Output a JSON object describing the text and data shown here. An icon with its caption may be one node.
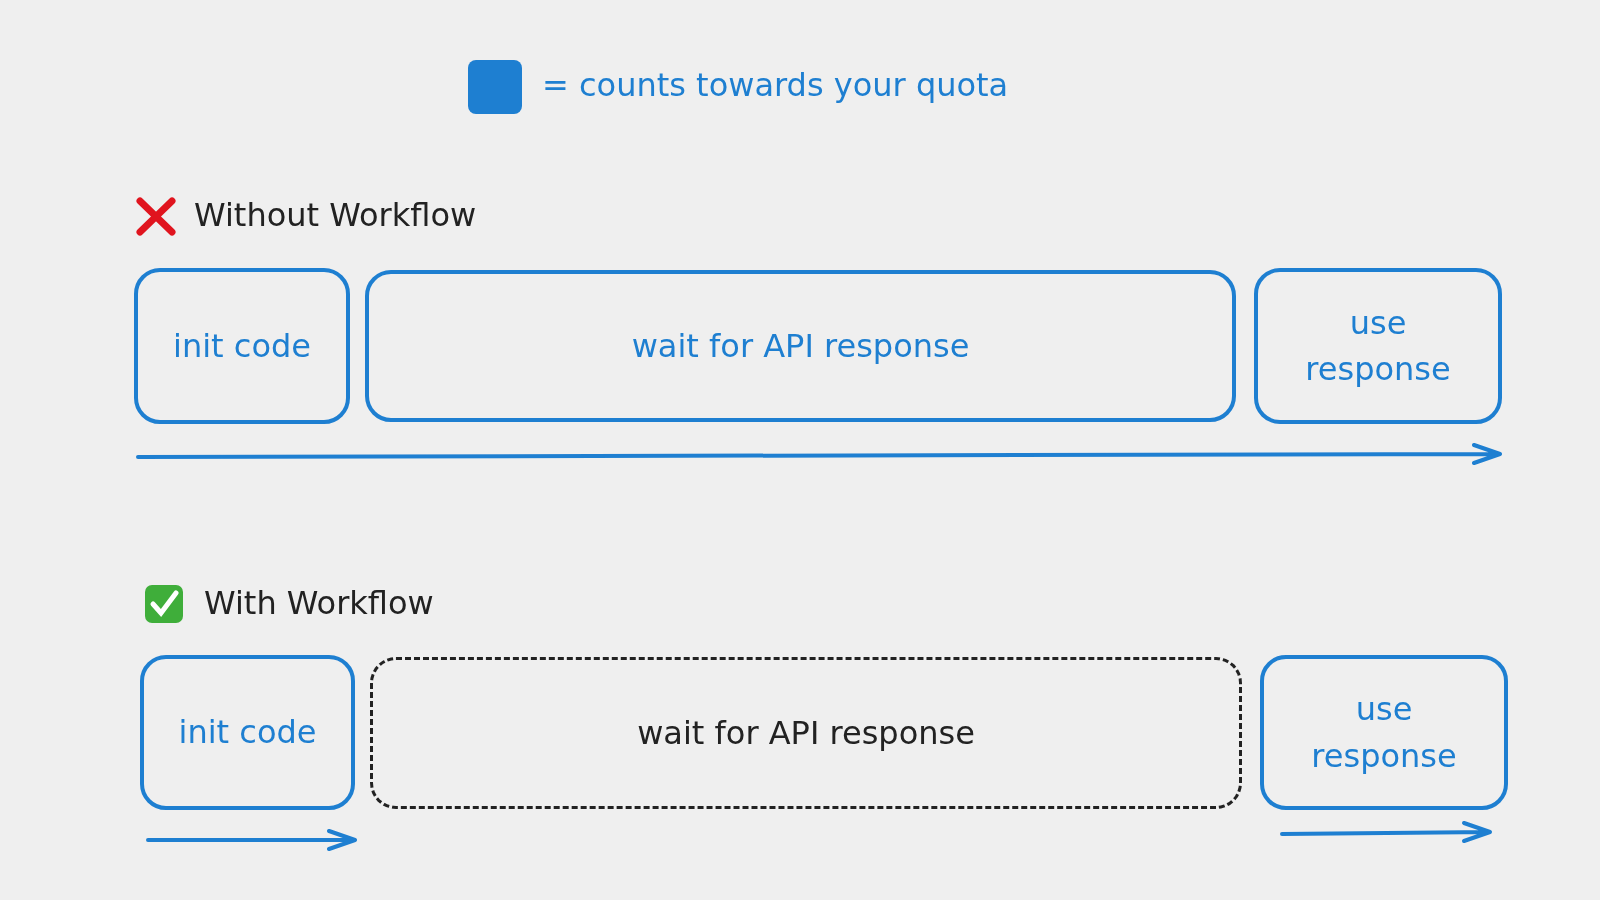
{
  "diagram": {
    "nodes": [
      {
        "text": [
          "init code"
        ]
      },
      {
        "text": [
          "wait for API response"
        ]
      },
      {
        "text": [
          "use response"
        ]
      },
      {
        "text": [
          "init code"
        ]
      },
      {
        "text": [
          "wait for API response"
        ]
      },
      {
        "text": [
          "use response"
        ]
      }
    ],
    "labels": [
      "Without Workflow",
      "With Workflow"
    ],
    "legend": [
      {
        "text": "= counts towards your quota",
        "color": "#1e7fd1"
      }
    ]
  }
}
